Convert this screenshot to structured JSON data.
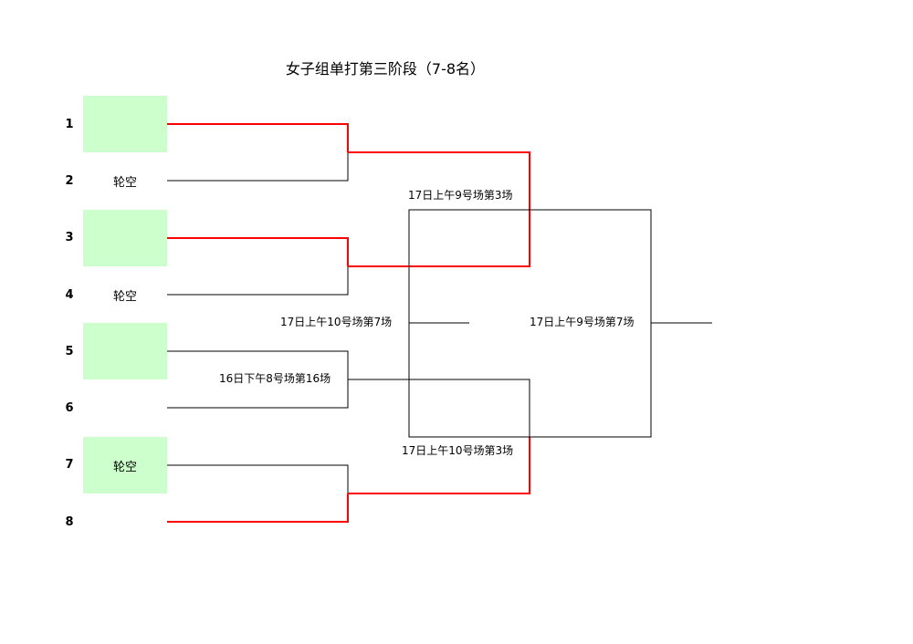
{
  "title": "女子组单打第三阶段（7-8名）",
  "colors": {
    "winner_line": "#ff0000",
    "normal_line": "#000000",
    "slot_fill": "#ccffcc"
  },
  "entrants": [
    {
      "seed": "1",
      "name": "",
      "filled": true
    },
    {
      "seed": "2",
      "name": "轮空",
      "filled": false
    },
    {
      "seed": "3",
      "name": "",
      "filled": true
    },
    {
      "seed": "4",
      "name": "轮空",
      "filled": false
    },
    {
      "seed": "5",
      "name": "",
      "filled": true
    },
    {
      "seed": "6",
      "name": "",
      "filled": false
    },
    {
      "seed": "7",
      "name": "轮空",
      "filled": true
    },
    {
      "seed": "8",
      "name": "",
      "filled": false
    }
  ],
  "matches": {
    "match_5_6": "16日下午8号场第16场",
    "semifinal_top": "17日上午9号场第3场",
    "semifinal_bottom": "17日上午10号场第3场",
    "final_left": "17日上午10号场第7场",
    "final_right": "17日上午9号场第7场"
  }
}
